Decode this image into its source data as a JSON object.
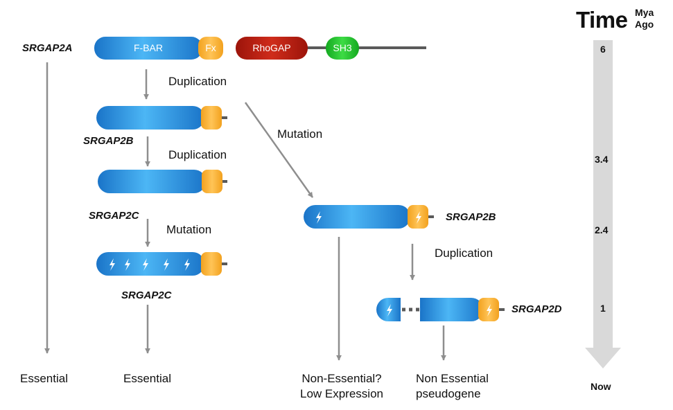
{
  "genes": {
    "parent": "SRGAP2A",
    "b_left": "SRGAP2B",
    "c_left_top": "SRGAP2C",
    "c_left_bottom": "SRGAP2C",
    "b_right": "SRGAP2B",
    "d_right": "SRGAP2D"
  },
  "domains": {
    "fbar": "F-BAR",
    "fx": "Fx",
    "rhogap": "RhoGAP",
    "sh3": "SH3"
  },
  "events": {
    "dup1": "Duplication",
    "mut_right": "Mutation",
    "dup2": "Duplication",
    "mut_left": "Mutation",
    "dup3": "Duplication"
  },
  "outcomes": {
    "srgap2a": "Essential",
    "srgap2c": "Essential",
    "srgap2b_line1": "Non-Essential?",
    "srgap2b_line2": "Low Expression",
    "srgap2d_line1": "Non Essential",
    "srgap2d_line2": "pseudogene"
  },
  "timeline": {
    "title": "Time",
    "unit_line1": "Mya",
    "unit_line2": "Ago",
    "ticks": [
      "6",
      "3.4",
      "2.4",
      "1"
    ],
    "end": "Now"
  },
  "colors": {
    "fbar_blue": "#2a8fe0",
    "fx_orange": "#f5a623",
    "rhogap_red": "#b51d10",
    "sh3_green": "#22c02f",
    "arrow_gray": "#8e8e8e",
    "timeline_gray": "#d9d9d9"
  }
}
